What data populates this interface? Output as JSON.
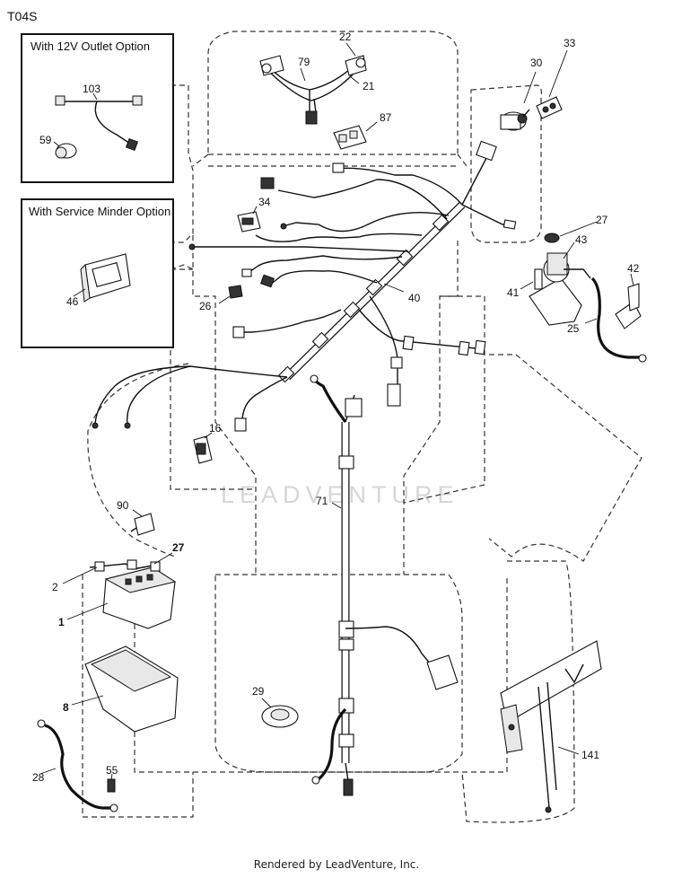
{
  "diagram_code": "T04S",
  "footer": "Rendered by LeadVenture, Inc.",
  "watermark": "LEADVENTURE",
  "option_boxes": {
    "outlet": {
      "title": "With 12V Outlet Option"
    },
    "service_minder": {
      "title": "With Service Minder Option"
    }
  },
  "callouts": {
    "c1": "1",
    "c2": "2",
    "c8": "8",
    "c16": "16",
    "c21": "21",
    "c22": "22",
    "c25": "25",
    "c26": "26",
    "c27a": "27",
    "c27b": "27",
    "c28": "28",
    "c29": "29",
    "c30": "30",
    "c33": "33",
    "c34": "34",
    "c40": "40",
    "c41": "41",
    "c42": "42",
    "c43": "43",
    "c46": "46",
    "c55": "55",
    "c59": "59",
    "c71": "71",
    "c79": "79",
    "c87": "87",
    "c90": "90",
    "c103": "103",
    "c141": "141"
  },
  "colors": {
    "line": "#111111",
    "outline": "#333333",
    "watermark": "#d6d6d6"
  }
}
